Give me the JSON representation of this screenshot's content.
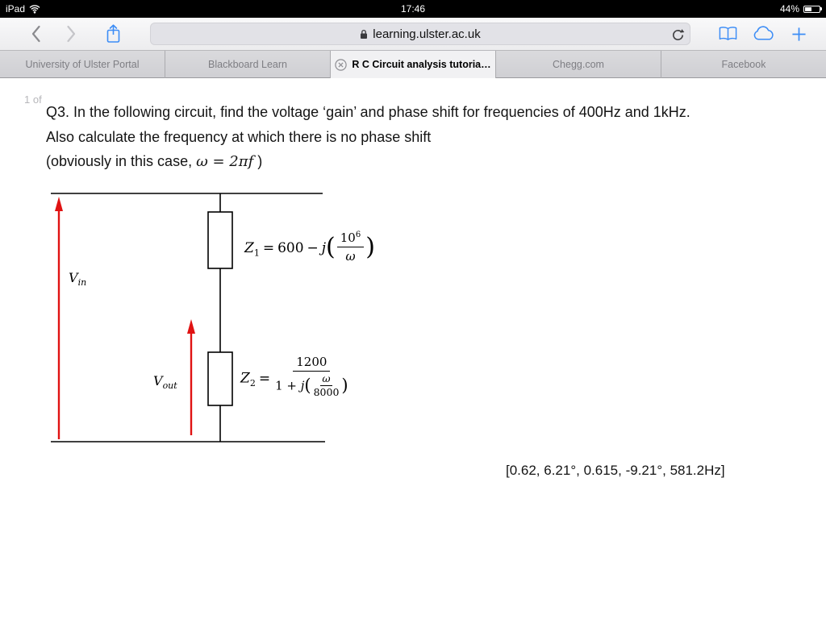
{
  "colors": {
    "accent": "#3b8cf6",
    "arrow": "#e01212"
  },
  "status_bar": {
    "device": "iPad",
    "time": "17:46",
    "battery": "44%"
  },
  "toolbar": {
    "url": "learning.ulster.ac.uk"
  },
  "tabs": [
    {
      "label": "University of Ulster Portal",
      "active": false
    },
    {
      "label": "Blackboard Learn",
      "active": false
    },
    {
      "label": "R C Circuit analysis tutoria…",
      "active": true
    },
    {
      "label": "Chegg.com",
      "active": false
    },
    {
      "label": "Facebook",
      "active": false
    }
  ],
  "page": {
    "page_indicator": "1 of",
    "question_line1": "Q3. In the following circuit, find the voltage ‘gain’ and phase shift for frequencies of 400Hz and 1kHz.",
    "question_line2": "Also calculate the frequency at which there is no phase shift",
    "question_line3_pre": "(obviously in this case, ",
    "question_line3_math": "ω = 2πf",
    "question_line3_post": " )",
    "answers": "[0.62, 6.21°, 0.615, -9.21°, 581.2Hz]"
  },
  "circuit": {
    "vin": {
      "v": "V",
      "sub": "in"
    },
    "vout": {
      "v": "V",
      "sub": "out"
    },
    "z1": {
      "name": "Z",
      "sub": "1",
      "eq": "=",
      "term": "600",
      "minus": "−",
      "j": "j",
      "num_base": "10",
      "num_exp": "6",
      "den": "ω",
      "lparen": "(",
      "rparen": ")"
    },
    "z2": {
      "name": "Z",
      "sub": "2",
      "eq": "=",
      "num": "1200",
      "den_pre": "1 +",
      "j": "j",
      "inner_num": "ω",
      "inner_den": "8000",
      "lparen": "(",
      "rparen": ")"
    }
  }
}
